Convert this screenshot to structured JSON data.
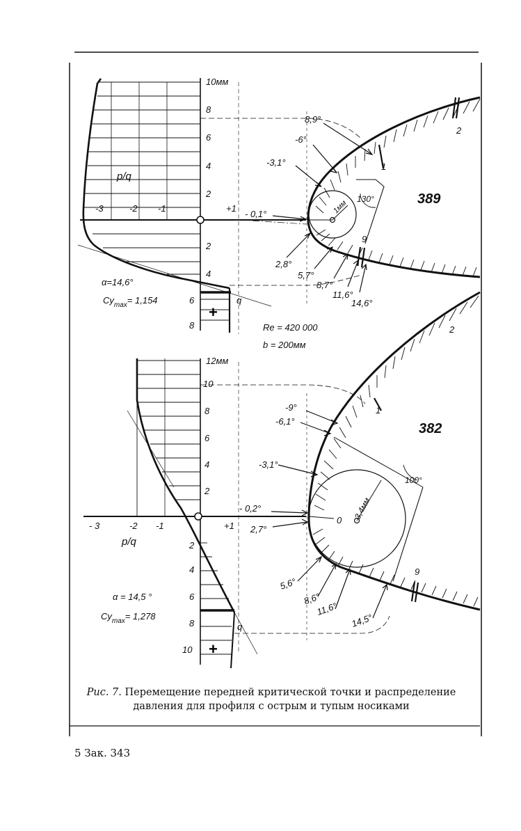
{
  "figure": {
    "top": {
      "y_unit": "10мм",
      "y_ticks_up": [
        "8",
        "6",
        "4",
        "2"
      ],
      "y_ticks_down": [
        "2",
        "4",
        "6",
        "8"
      ],
      "x_ticks": [
        "-3",
        "-2",
        "-1",
        "+1"
      ],
      "axis_name": "p/q",
      "alpha": "α=14,6°",
      "cy": "Cy",
      "cy_sub": "max",
      "cy_val": "= 1,154",
      "plus": "+",
      "q": "q",
      "profile": "389",
      "angle": "130°",
      "radius": "1мм",
      "station_1": "1",
      "station_2": "2",
      "station_9": "9",
      "a1": "8,9°",
      "a2": "-6°",
      "a3": "-3,1°",
      "a4": "- 0,1°",
      "a5": "2,8°",
      "a6": "5,7°",
      "a7": "8,7°",
      "a8": "11,6°",
      "a9": "14,6°",
      "re": "Re = 420 000",
      "b": "b = 200мм"
    },
    "bottom": {
      "y_unit": "12мм",
      "y_ticks_up": [
        "10",
        "8",
        "6",
        "4",
        "2"
      ],
      "y_ticks_down": [
        "2",
        "4",
        "6",
        "8",
        "10"
      ],
      "x_ticks": [
        "- 3",
        "-2",
        "-1",
        "+1"
      ],
      "axis_name": "p/q",
      "alpha": "α = 14,5 °",
      "cy": "Cy",
      "cy_sub": "max",
      "cy_val": "= 1,278",
      "plus": "+",
      "q": "q",
      "profile": "382",
      "angle": "100°",
      "radius": "3,4мм",
      "zero": "0",
      "station_1": "1",
      "station_2": "2",
      "station_9": "9",
      "a1": "-9°",
      "a2": "-6,1°",
      "a3": "-3,1°",
      "a4": "- 0,2°",
      "a5": "2,7°",
      "a6": "5,6°",
      "a7": "8,6°",
      "a8": "11,6°",
      "a9": "14,5°"
    }
  },
  "caption": {
    "label": "Рис. 7.",
    "text": "Перемещение передней критической точки и распределение давления для профиля с острым и тупым носиками"
  },
  "footer": "5 Зак. 343"
}
